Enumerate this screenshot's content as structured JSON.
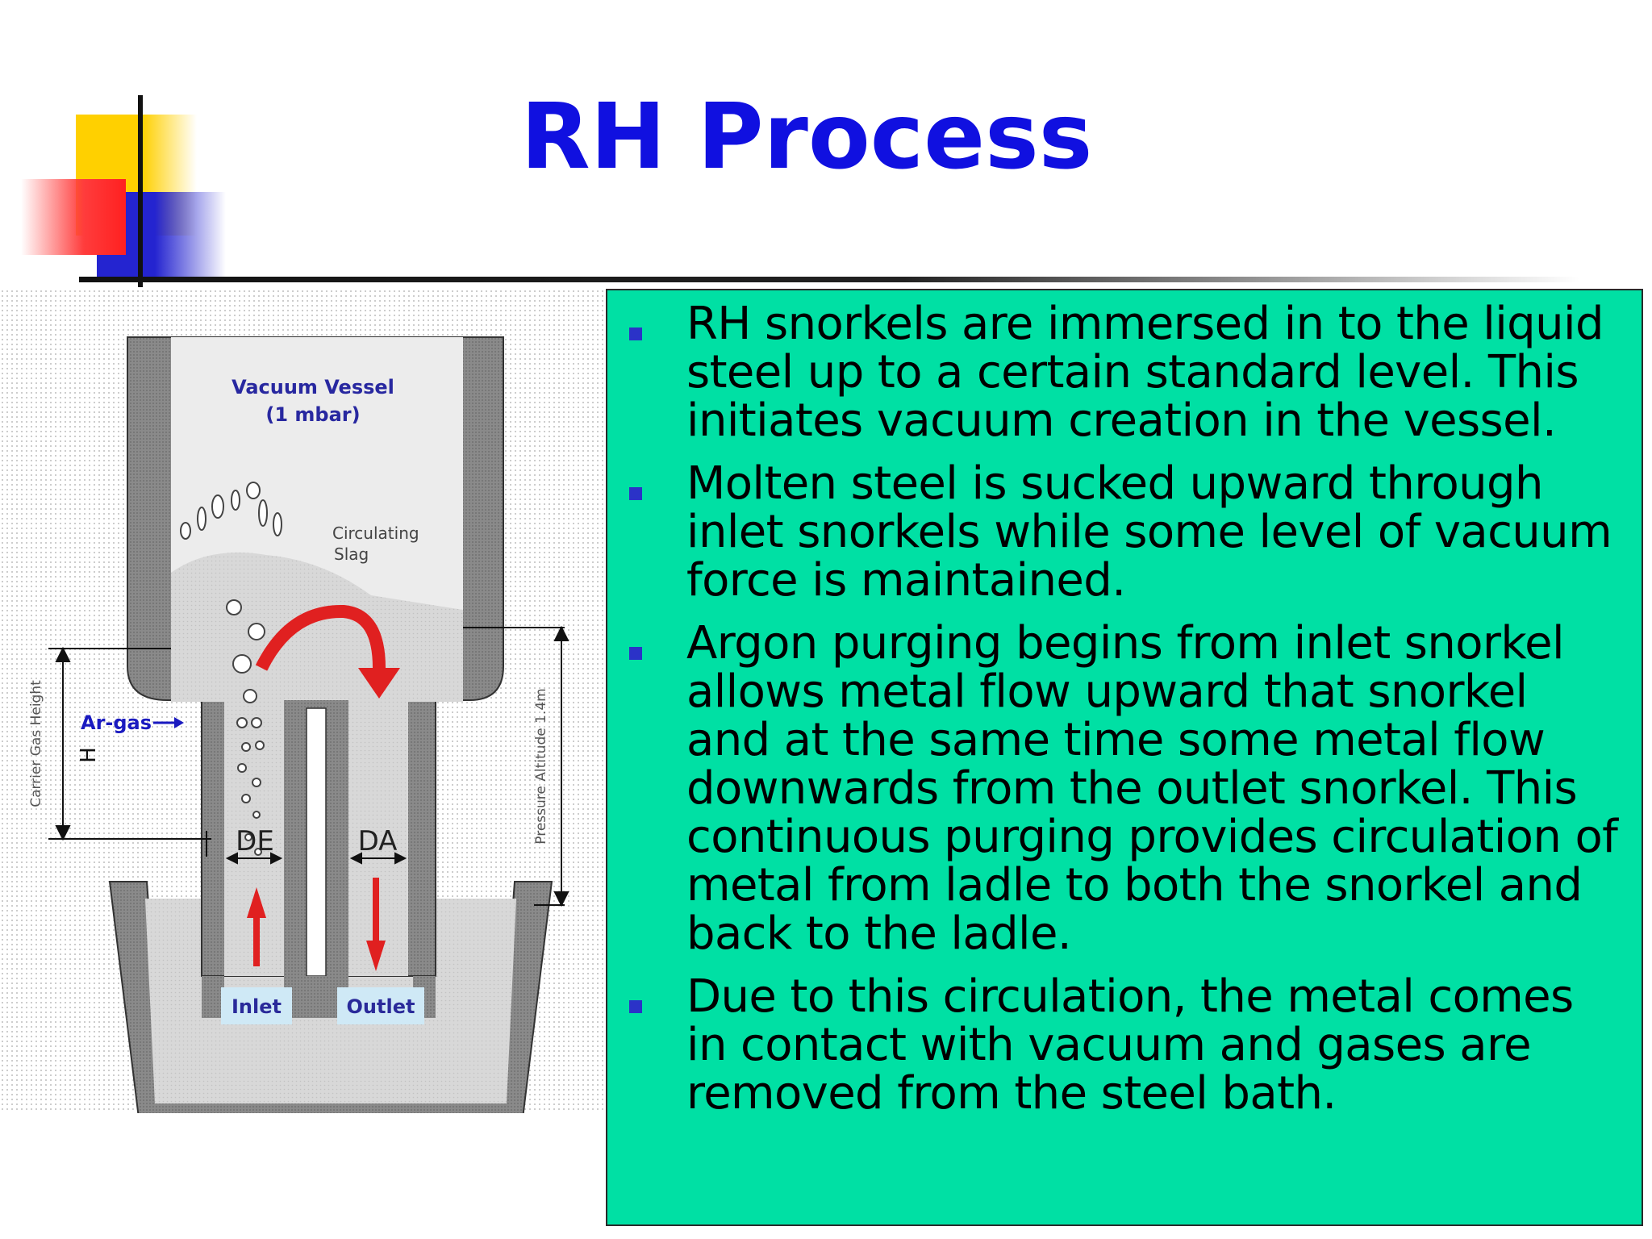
{
  "slide": {
    "title": "RH Process",
    "colors": {
      "title": "#1010e0",
      "panel_background": "#00e0a4",
      "bullet": "#2b32c8",
      "arrow": "#e02020"
    }
  },
  "diagram": {
    "labels": {
      "vessel_line1": "Vacuum Vessel",
      "vessel_line2": "(1 mbar)",
      "slag_line1": "Circulating",
      "slag_line2": "Slag",
      "ar_gas": "Ar-gas",
      "h": "H",
      "carrier_gas_height": "Carrier Gas Height",
      "pressure_altitude": "Pressure Altitude 1.4m",
      "de": "DE",
      "da": "DA",
      "inlet": "Inlet",
      "outlet": "Outlet"
    }
  },
  "bullets": [
    {
      "text": "RH snorkels are immersed in to the liquid steel up to a certain standard level. This initiates vacuum creation in the vessel."
    },
    {
      "text": "Molten steel is sucked upward through inlet snorkels while some level of vacuum force is maintained."
    },
    {
      "text": "Argon purging begins from inlet snorkel allows metal flow upward that snorkel and at the same time some metal flow downwards from the outlet snorkel. This continuous purging provides circulation of metal from ladle to both the snorkel and back to the ladle."
    },
    {
      "text": "Due to this circulation, the metal comes in contact with vacuum and  gases are removed from the steel bath."
    }
  ]
}
